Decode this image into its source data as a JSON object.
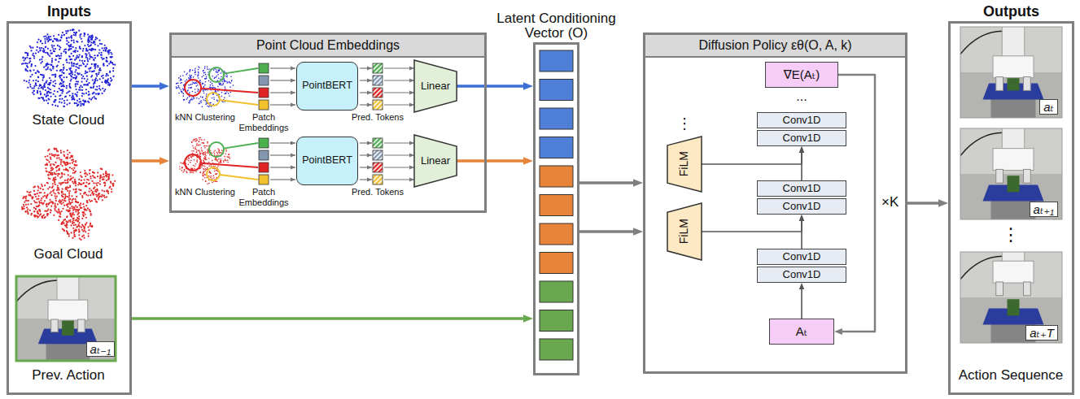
{
  "diagram": {
    "nodes": [
      {
        "text": [
          "Inputs"
        ]
      },
      {
        "text": [
          "Point Cloud Embeddings"
        ]
      },
      {
        "text": [
          "PointBERT"
        ],
        "in": 1
      },
      {
        "text": [
          "Linear"
        ],
        "in": 1
      },
      {
        "text": [
          "PointBERT"
        ],
        "in": 1
      },
      {
        "text": [
          "Linear"
        ],
        "in": 1
      },
      {
        "text": [
          "Latent Conditioning Vector (O)"
        ]
      },
      {
        "text": [
          "Diffusion Policy εθ(O, A, k)"
        ]
      },
      {
        "text": [
          "∇E(Aₜ)"
        ],
        "in": 7
      },
      {
        "text": [
          "Conv1D"
        ],
        "in": 7
      },
      {
        "text": [
          "Conv1D"
        ],
        "in": 7
      },
      {
        "text": [
          "FiLM"
        ],
        "in": 7
      },
      {
        "text": [
          "Conv1D"
        ],
        "in": 7
      },
      {
        "text": [
          "Conv1D"
        ],
        "in": 7
      },
      {
        "text": [
          "FiLM"
        ],
        "in": 7
      },
      {
        "text": [
          "Conv1D"
        ],
        "in": 7
      },
      {
        "text": [
          "Conv1D"
        ],
        "in": 7
      },
      {
        "text": [
          "Aₜ"
        ],
        "in": 7
      },
      {
        "text": [
          "Outputs"
        ]
      }
    ],
    "edges": [
      {
        "from": 0,
        "to": 1,
        "arrow": "to"
      },
      {
        "from": 0,
        "to": 1,
        "arrow": "to"
      },
      {
        "from": 0,
        "to": 6,
        "arrow": "to"
      },
      {
        "from": 3,
        "to": 6,
        "arrow": "to"
      },
      {
        "from": 5,
        "to": 6,
        "arrow": "to"
      },
      {
        "from": 6,
        "to": 7,
        "arrow": "to"
      },
      {
        "from": 6,
        "to": 7,
        "arrow": "to"
      },
      {
        "from": 17,
        "to": 16,
        "arrow": "to"
      },
      {
        "from": 15,
        "to": 13,
        "arrow": "to"
      },
      {
        "from": 12,
        "to": 10,
        "arrow": "to"
      },
      {
        "from": 11,
        "to": 10,
        "arrow": "to"
      },
      {
        "from": 14,
        "to": 13,
        "arrow": "to"
      },
      {
        "from": 8,
        "to": 17,
        "arrow": "to"
      },
      {
        "from": 7,
        "to": 18,
        "arrow": "to"
      }
    ],
    "labels": [
      "State Cloud",
      "Goal Cloud",
      "aₜ₋₁",
      "Prev. Action",
      "kNN Clustering",
      "Patch Embeddings",
      "Pred. Tokens",
      "kNN Clustering",
      "Patch Embeddings",
      "Pred. Tokens",
      "...",
      "⋮",
      "×K",
      "aₜ",
      "aₜ₊₁",
      "⋮",
      "aₜ₊T",
      "Action Sequence"
    ]
  }
}
